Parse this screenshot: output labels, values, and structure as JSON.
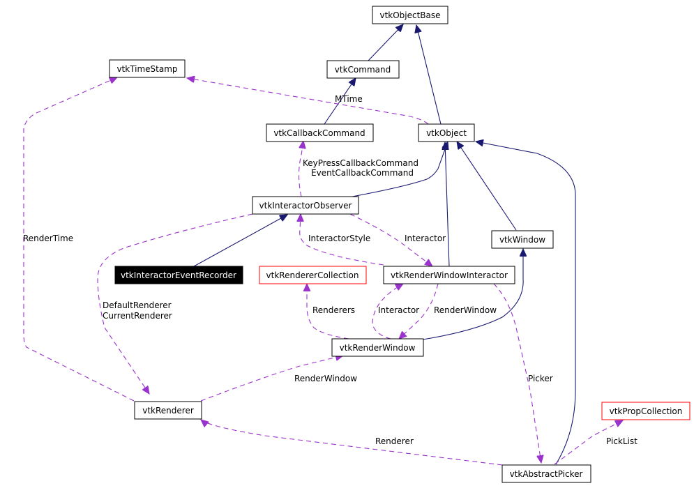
{
  "colors": {
    "inheritance_edge": "#191970",
    "usage_edge": "#9a32cd",
    "box_border": "#000000",
    "undocumented_border": "#ff0000",
    "focus_fill": "#000000",
    "focus_text": "#ffffff"
  },
  "nodes": {
    "vtkObjectBase": "vtkObjectBase",
    "vtkTimeStamp": "vtkTimeStamp",
    "vtkCommand": "vtkCommand",
    "vtkCallbackCommand": "vtkCallbackCommand",
    "vtkObject": "vtkObject",
    "vtkInteractorObserver": "vtkInteractorObserver",
    "vtkWindow": "vtkWindow",
    "vtkInteractorEventRecorder": "vtkInteractorEventRecorder",
    "vtkRendererCollection": "vtkRendererCollection",
    "vtkRenderWindowInteractor": "vtkRenderWindowInteractor",
    "vtkRenderWindow": "vtkRenderWindow",
    "vtkRenderer": "vtkRenderer",
    "vtkPropCollection": "vtkPropCollection",
    "vtkAbstractPicker": "vtkAbstractPicker"
  },
  "edge_labels": {
    "mtime": "MTime",
    "keypress_callback": "KeyPressCallbackCommand",
    "event_callback": "EventCallbackCommand",
    "render_time": "RenderTime",
    "interactor_style": "InteractorStyle",
    "interactor_top": "Interactor",
    "default_renderer": "DefaultRenderer",
    "current_renderer": "CurrentRenderer",
    "renderers": "Renderers",
    "interactor_bottom": "Interactor",
    "render_window_top": "RenderWindow",
    "render_window_bottom": "RenderWindow",
    "picker": "Picker",
    "pick_list": "PickList",
    "renderer": "Renderer"
  }
}
